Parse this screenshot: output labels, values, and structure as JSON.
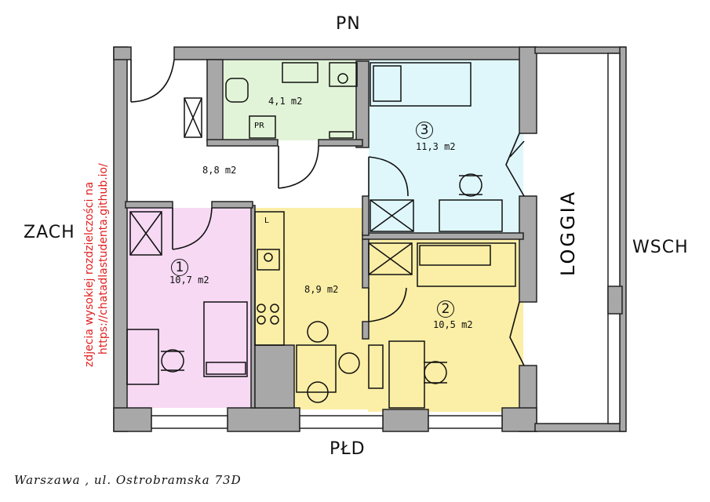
{
  "compass": {
    "north": "PN",
    "south": "PŁD",
    "east": "WSCH",
    "west": "ZACH"
  },
  "rooms": [
    {
      "id": "bathroom",
      "area": "4,1 m2",
      "color": "#e2f4d8"
    },
    {
      "id": "hall",
      "area": "8,8 m2",
      "color": "#ffffff"
    },
    {
      "id": "room3",
      "number": "3",
      "area": "11,3 m2",
      "color": "#dff7fb"
    },
    {
      "id": "room1",
      "number": "1",
      "area": "10,7 m2",
      "color": "#f7d9f4"
    },
    {
      "id": "kitchen",
      "area": "8,9 m2",
      "color": "#fbeea6"
    },
    {
      "id": "room2",
      "number": "2",
      "area": "10,5 m2",
      "color": "#fbeea6"
    }
  ],
  "loggia": "LOGGIA",
  "pr_label": "PR",
  "kitchen_sign": "L",
  "watermark": {
    "line1": "zdjecia wysokiej rozdzielczości na",
    "line2": "https://chatadlastudenta.github.io/"
  },
  "address": "Warszawa , ul. Ostrobramska 73D"
}
